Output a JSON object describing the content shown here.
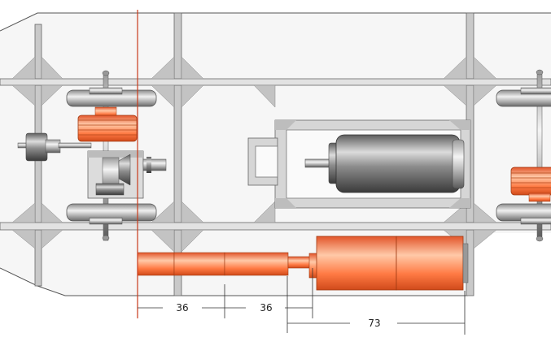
{
  "dimensions": {
    "first": "36",
    "second": "36",
    "third": "73"
  },
  "colors": {
    "frame_fill": "#eeeeee",
    "frame_stroke": "#555555",
    "gusset": "#c8c8c8",
    "accent_orange": "#ff6a33",
    "accent_orange_dark": "#c84a1a",
    "reference_line": "#c83a1a",
    "metal_light": "#e8e8e8",
    "metal_dark": "#6c6c6c"
  },
  "parts": [
    "frame-chassis",
    "front-wheelset",
    "rear-wheelset",
    "gearbox",
    "motor",
    "motor-cradle",
    "cardan-shaft",
    "buffer-coupler"
  ]
}
